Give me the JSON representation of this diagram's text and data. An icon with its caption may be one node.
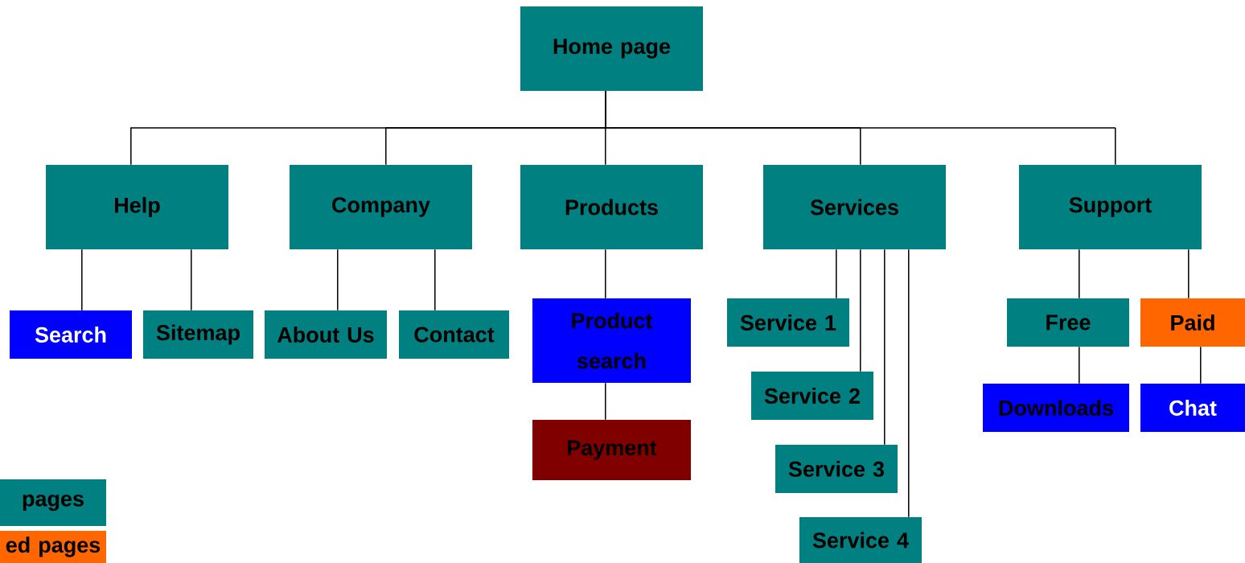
{
  "diagram": {
    "nodes": [
      {
        "text": [
          "Home page"
        ]
      },
      {
        "text": [
          "Help"
        ]
      },
      {
        "text": [
          "Company"
        ]
      },
      {
        "text": [
          "Products"
        ]
      },
      {
        "text": [
          "Services"
        ]
      },
      {
        "text": [
          "Support"
        ]
      },
      {
        "text": [
          "Search"
        ]
      },
      {
        "text": [
          "Sitemap"
        ]
      },
      {
        "text": [
          "About Us"
        ]
      },
      {
        "text": [
          "Contact"
        ]
      },
      {
        "text": [
          "Product search"
        ]
      },
      {
        "text": [
          "Payment"
        ]
      },
      {
        "text": [
          "Service 1"
        ]
      },
      {
        "text": [
          "Service 2"
        ]
      },
      {
        "text": [
          "Service 3"
        ]
      },
      {
        "text": [
          "Service 4"
        ]
      },
      {
        "text": [
          "Free"
        ]
      },
      {
        "text": [
          "Paid"
        ]
      },
      {
        "text": [
          "Downloads"
        ]
      },
      {
        "text": [
          "Chat"
        ]
      },
      {
        "text": [
          "pages"
        ]
      },
      {
        "text": [
          "ed pages"
        ]
      }
    ],
    "edges": [
      {
        "from": 0,
        "to": 1,
        "arrow": "none"
      },
      {
        "from": 0,
        "to": 2,
        "arrow": "none"
      },
      {
        "from": 0,
        "to": 3,
        "arrow": "none"
      },
      {
        "from": 0,
        "to": 4,
        "arrow": "none"
      },
      {
        "from": 0,
        "to": 5,
        "arrow": "none"
      },
      {
        "from": 1,
        "to": 6,
        "arrow": "none"
      },
      {
        "from": 1,
        "to": 7,
        "arrow": "none"
      },
      {
        "from": 2,
        "to": 8,
        "arrow": "none"
      },
      {
        "from": 2,
        "to": 9,
        "arrow": "none"
      },
      {
        "from": 3,
        "to": 10,
        "arrow": "none"
      },
      {
        "from": 10,
        "to": 11,
        "arrow": "none"
      },
      {
        "from": 4,
        "to": 12,
        "arrow": "none"
      },
      {
        "from": 4,
        "to": 13,
        "arrow": "none"
      },
      {
        "from": 4,
        "to": 14,
        "arrow": "none"
      },
      {
        "from": 4,
        "to": 15,
        "arrow": "none"
      },
      {
        "from": 5,
        "to": 16,
        "arrow": "none"
      },
      {
        "from": 5,
        "to": 17,
        "arrow": "none"
      },
      {
        "from": 16,
        "to": 18,
        "arrow": "none"
      },
      {
        "from": 17,
        "to": 19,
        "arrow": "none"
      }
    ]
  }
}
